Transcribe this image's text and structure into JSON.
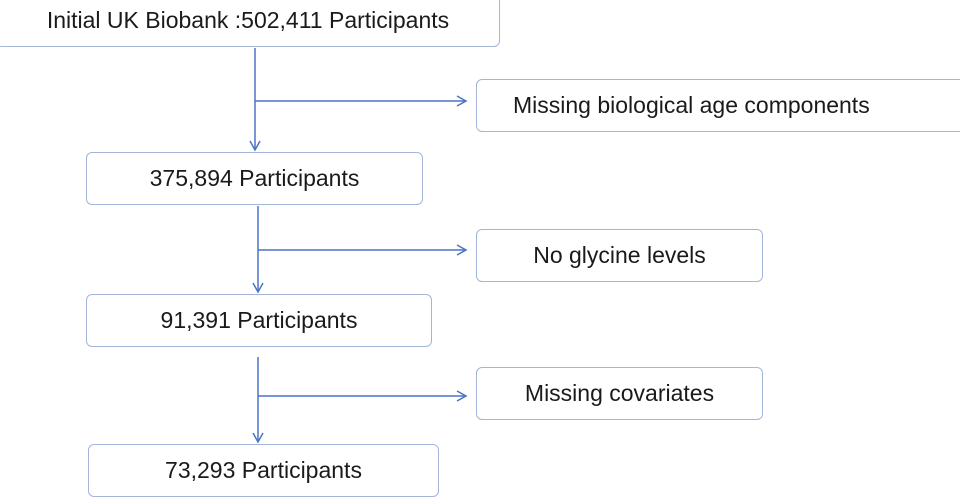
{
  "diagram": {
    "stages": [
      {
        "label": "Initial UK Biobank :502,411 Participants"
      },
      {
        "label": "375,894 Participants"
      },
      {
        "label": "91,391 Participants"
      },
      {
        "label": "73,293 Participants"
      }
    ],
    "exclusions": [
      {
        "label": "Missing biological age components"
      },
      {
        "label": "No glycine levels"
      },
      {
        "label": "Missing covariates"
      }
    ],
    "colors": {
      "connector": "#4a74c4",
      "box_border": "#a3b6d8",
      "text": "#1a1a1a"
    }
  }
}
